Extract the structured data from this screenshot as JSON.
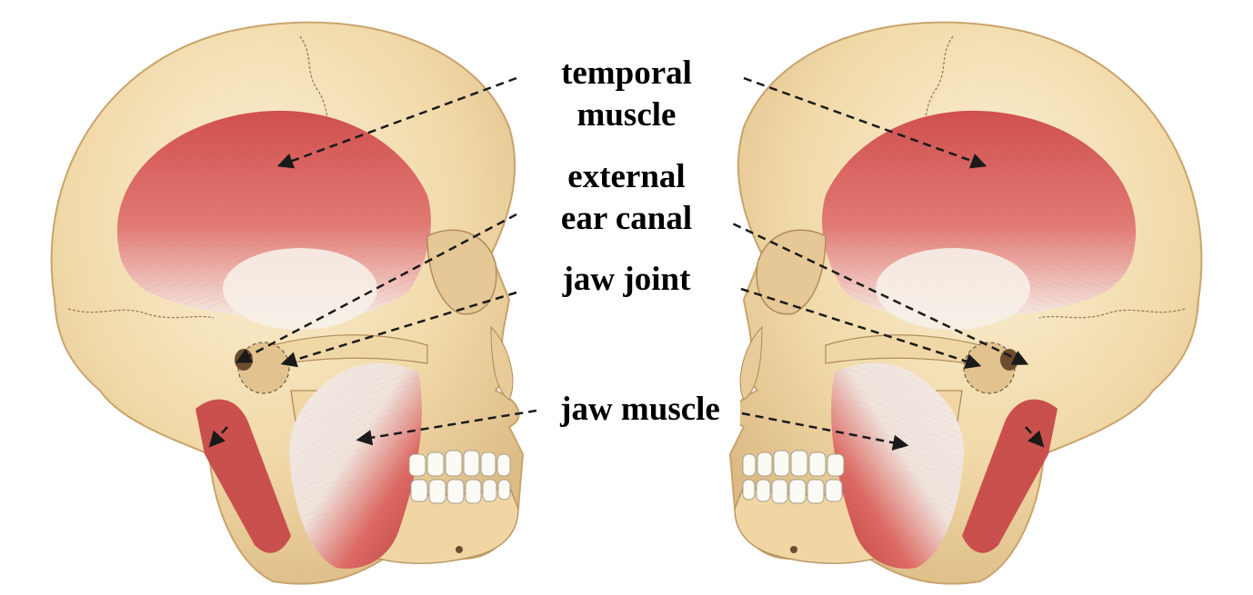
{
  "labels": {
    "temporal_muscle": [
      "temporal",
      "muscle"
    ],
    "external_ear_canal": [
      "external",
      "ear canal"
    ],
    "jaw_joint": [
      "jaw joint"
    ],
    "jaw_muscle": [
      "jaw muscle"
    ]
  },
  "colors": {
    "bone": "#f2dcae",
    "bone_light": "#fbf0d6",
    "bone_shadow": "#d8b884",
    "muscle": "#d9625e",
    "muscle_dark": "#b8403f",
    "tendon": "#f4ece4",
    "teeth": "#fbfaf4",
    "arrow": "#1a1a1a",
    "label_text": "#000000"
  },
  "icons": [
    "skull-left-illustration",
    "skull-right-illustration"
  ]
}
